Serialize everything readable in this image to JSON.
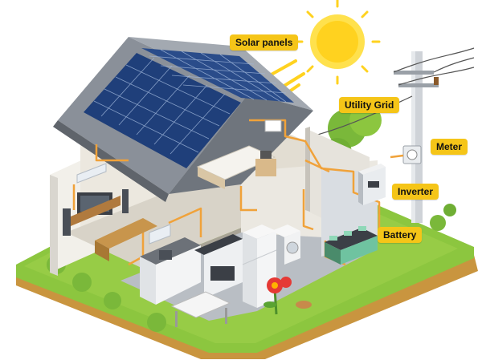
{
  "labels": {
    "solar_panels": "Solar panels",
    "utility_grid": "Utility Grid",
    "meter": "Meter",
    "inverter": "Inverter",
    "battery": "Battery"
  },
  "colors": {
    "label_bg": "#f5c518",
    "wire": "#f0a23a",
    "grass": "#8cc63f",
    "soil": "#c9953f",
    "sun": "#ffd21f",
    "panel": "#1f3f7a",
    "roof": "#8a9099",
    "wall": "#eceae4"
  },
  "icons": [
    "sun-icon",
    "solar-panel-icon",
    "utility-pole-icon",
    "meter-icon",
    "inverter-icon",
    "battery-icon",
    "flower-icon",
    "tree-icon"
  ]
}
